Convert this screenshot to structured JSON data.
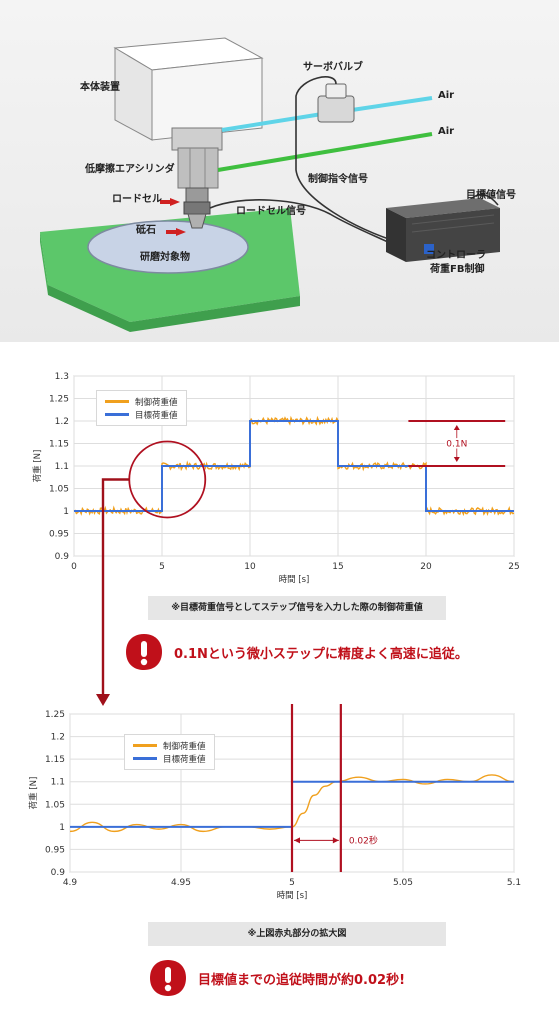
{
  "illustration": {
    "labels": {
      "main_unit": "本体装置",
      "servo_valve": "サーボバルブ",
      "air_top": "Air",
      "air_bottom": "Air",
      "cylinder": "低摩擦エアシリンダ",
      "control_signal": "制御指令信号",
      "target_signal": "目標値信号",
      "load_cell": "ロードセル",
      "load_cell_signal": "ロードセル信号",
      "grindstone": "砥石",
      "workpiece": "研磨対象物",
      "controller": "コントローラ",
      "feedback": "荷重FB制御"
    },
    "colors": {
      "air_top": "#5fd4e8",
      "air_bottom": "#3fbf3f",
      "stage": "#6fd47c",
      "disc": "#c9d4e6"
    }
  },
  "chart_data": [
    {
      "type": "line",
      "title": "",
      "xlabel": "時間 [s]",
      "ylabel": "荷重 [N]",
      "xlim": [
        0,
        25
      ],
      "ylim": [
        0.9,
        1.3
      ],
      "xticks": [
        "0",
        "5",
        "10",
        "15",
        "20",
        "25"
      ],
      "yticks": [
        "0.9",
        "0.95",
        "1",
        "1.05",
        "1.1",
        "1.15",
        "1.2",
        "1.25",
        "1.3"
      ],
      "grid": true,
      "legend_position": "top-left",
      "series": [
        {
          "name": "制御荷重値",
          "color": "#f0a01e",
          "style": "noisy-step",
          "x": [
            0,
            5,
            5,
            10,
            10,
            15,
            15,
            20,
            20,
            25
          ],
          "y": [
            1.0,
            1.0,
            1.1,
            1.1,
            1.2,
            1.2,
            1.1,
            1.1,
            1.0,
            1.0
          ]
        },
        {
          "name": "目標荷重値",
          "color": "#3a6fd8",
          "style": "step",
          "x": [
            0,
            5,
            5,
            10,
            10,
            15,
            15,
            20,
            20,
            25
          ],
          "y": [
            1.0,
            1.0,
            1.1,
            1.1,
            1.2,
            1.2,
            1.1,
            1.1,
            1.0,
            1.0
          ]
        }
      ],
      "annotations": [
        {
          "text": "0.1N",
          "from": 1.1,
          "to": 1.2,
          "x_range": [
            19,
            24.5
          ],
          "color": "#b01020"
        }
      ],
      "highlight_circle": {
        "cx": 5.3,
        "cy": 1.07,
        "color": "#b01020"
      }
    },
    {
      "type": "line",
      "title": "",
      "xlabel": "時間 [s]",
      "ylabel": "荷重 [N]",
      "xlim": [
        4.9,
        5.1
      ],
      "ylim": [
        0.9,
        1.25
      ],
      "xticks": [
        "4.9",
        "4.95",
        "5",
        "5.05",
        "5.1"
      ],
      "yticks": [
        "0.9",
        "0.95",
        "1",
        "1.05",
        "1.1",
        "1.15",
        "1.2",
        "1.25"
      ],
      "grid": true,
      "legend_position": "top-left",
      "series": [
        {
          "name": "制御荷重値",
          "color": "#f0a01e",
          "style": "smooth-response",
          "x": [
            4.9,
            4.91,
            4.92,
            4.93,
            4.94,
            4.95,
            4.96,
            4.97,
            4.98,
            4.99,
            5.0,
            5.005,
            5.01,
            5.015,
            5.02,
            5.03,
            5.04,
            5.05,
            5.06,
            5.07,
            5.08,
            5.09,
            5.1
          ],
          "y": [
            0.99,
            1.01,
            0.99,
            1.005,
            0.995,
            1.005,
            0.99,
            1.0,
            1.0,
            0.995,
            1.0,
            1.03,
            1.07,
            1.09,
            1.1,
            1.11,
            1.1,
            1.105,
            1.095,
            1.105,
            1.1,
            1.115,
            1.1
          ]
        },
        {
          "name": "目標荷重値",
          "color": "#3a6fd8",
          "style": "step",
          "x": [
            4.9,
            5.0,
            5.0,
            5.1
          ],
          "y": [
            1.0,
            1.0,
            1.1,
            1.1
          ]
        }
      ],
      "annotations": [
        {
          "text": "0.02秒",
          "from": 5.0,
          "to": 5.02,
          "color": "#b01020"
        }
      ],
      "vertical_lines": [
        {
          "x": 5.0,
          "color": "#b01020"
        },
        {
          "x": 5.022,
          "color": "#b01020"
        }
      ]
    }
  ],
  "captions": {
    "chart1": "※目標荷重信号としてステップ信号を入力した際の制御荷重値",
    "chart2": "※上図赤丸部分の拡大図"
  },
  "alerts": {
    "alert1": "0.1Nという微小ステップに精度よく高速に追従。",
    "alert2": "目標値までの追従時間が約0.02秒!"
  }
}
